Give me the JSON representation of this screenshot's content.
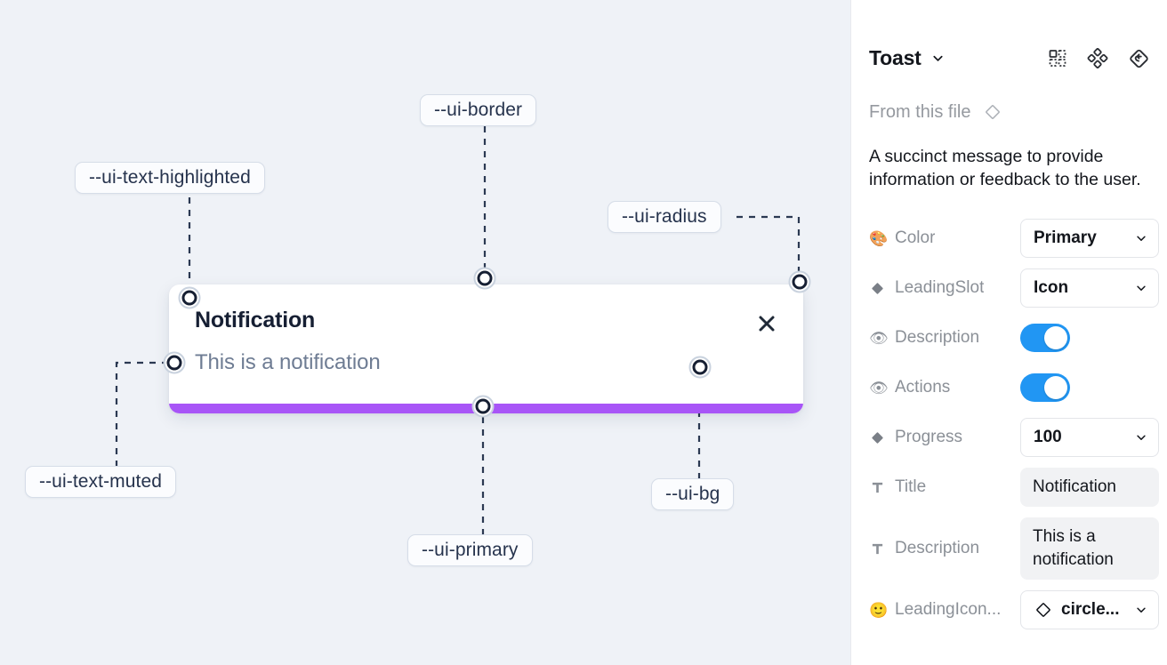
{
  "canvas": {
    "background_color": "#eff2f7",
    "toast": {
      "title": "Notification",
      "description": "This is a notification",
      "close_icon": "close-x-icon",
      "progress_color": "#a855f7",
      "background_color": "#ffffff"
    },
    "annotations": [
      {
        "id": "ui-text-highlighted",
        "label": "--ui-text-highlighted"
      },
      {
        "id": "ui-border",
        "label": "--ui-border"
      },
      {
        "id": "ui-radius",
        "label": "--ui-radius"
      },
      {
        "id": "ui-text-muted",
        "label": "--ui-text-muted"
      },
      {
        "id": "ui-primary",
        "label": "--ui-primary"
      },
      {
        "id": "ui-bg",
        "label": "--ui-bg"
      }
    ]
  },
  "panel": {
    "title": "Toast",
    "title_caret_icon": "chevron-down-icon",
    "header_icons": [
      {
        "name": "component-grid-icon"
      },
      {
        "name": "component-set-icon"
      },
      {
        "name": "reset-instance-icon"
      }
    ],
    "from_file": {
      "label": "From this file",
      "icon": "diamond-component-icon"
    },
    "description": "A succinct message to provide information or feedback to the user.",
    "properties": [
      {
        "name": "color",
        "icon": "palette-emoji",
        "emoji": "🎨",
        "label": "Color",
        "control": "select",
        "value": "Primary",
        "caret_icon": "chevron-down-icon"
      },
      {
        "name": "leading-slot",
        "icon": "diamond-filled-icon",
        "label": "LeadingSlot",
        "control": "select",
        "value": "Icon",
        "caret_icon": "chevron-down-icon"
      },
      {
        "name": "description-visibility",
        "icon": "eye-emoji",
        "emoji": "👁",
        "label": "Description",
        "control": "toggle",
        "value": "on",
        "accent_color": "#2196f3"
      },
      {
        "name": "actions-visibility",
        "icon": "eye-emoji",
        "emoji": "👁",
        "label": "Actions",
        "control": "toggle",
        "value": "on",
        "accent_color": "#2196f3"
      },
      {
        "name": "progress",
        "icon": "diamond-filled-icon",
        "label": "Progress",
        "control": "select",
        "value": "100",
        "caret_icon": "chevron-down-icon"
      },
      {
        "name": "title",
        "icon": "text-t-icon",
        "label": "Title",
        "control": "text",
        "value": "Notification"
      },
      {
        "name": "description",
        "icon": "text-t-icon",
        "label": "Description",
        "control": "text",
        "value": "This is a notification"
      },
      {
        "name": "leading-icon",
        "icon": "smiley-emoji",
        "emoji": "🙂",
        "label": "LeadingIcon...",
        "control": "instance-select",
        "value": "circle...",
        "instance_icon": "diamond-outline-icon",
        "caret_icon": "chevron-down-icon"
      }
    ]
  }
}
